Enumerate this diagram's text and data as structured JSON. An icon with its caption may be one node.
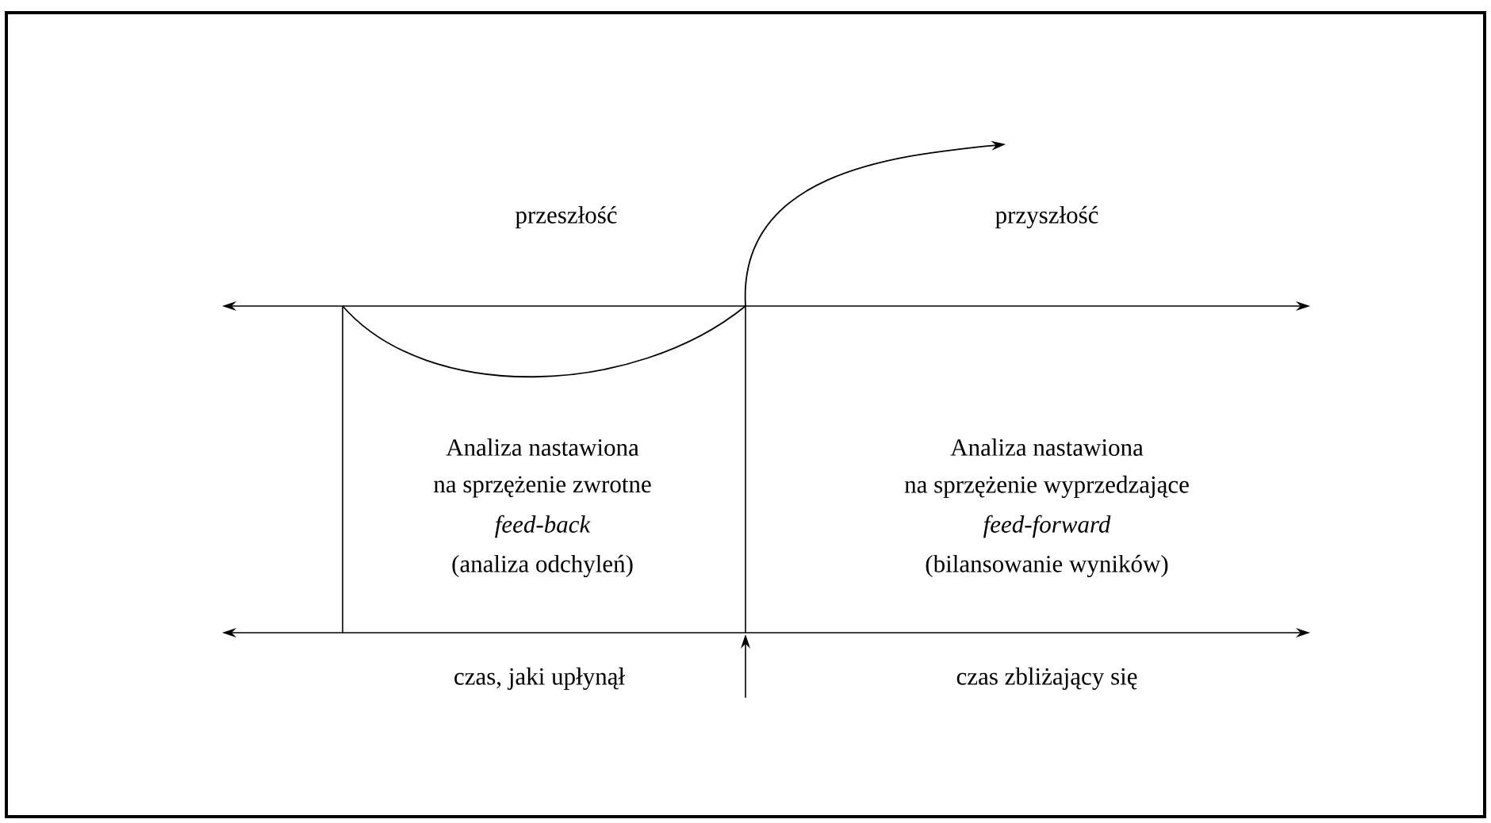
{
  "diagram": {
    "labels": [
      "przeszłość",
      "przyszłość",
      "Analiza nastawiona",
      "na sprzężenie zwrotne",
      "feed-back",
      "(analiza odchyleń)",
      "Analiza nastawiona",
      "na sprzężenie wyprzedzające",
      "feed-forward",
      "(bilansowanie wyników)",
      "czas, jaki upłynął",
      "czas zbliżający się"
    ]
  }
}
